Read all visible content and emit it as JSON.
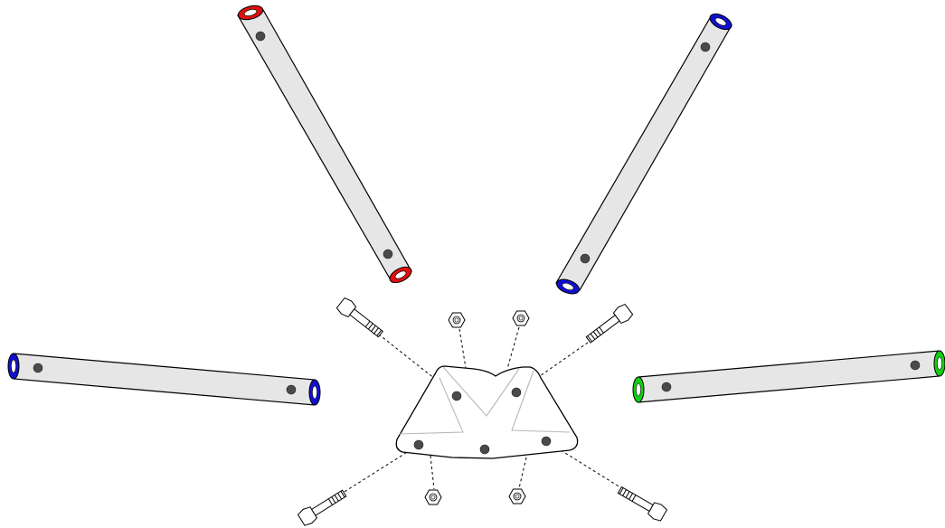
{
  "diagram": {
    "description_free": true,
    "colors": {
      "tube_fill": "#e6e6e6",
      "hole_fill": "#4a4a4a",
      "red_end": "#e01010",
      "blue_end": "#1010d0",
      "green_end": "#10d010",
      "outline": "#000000"
    },
    "parts": {
      "tubes": [
        {
          "id": "tube-top-left",
          "end_color": "red"
        },
        {
          "id": "tube-top-right",
          "end_color": "blue"
        },
        {
          "id": "tube-left",
          "end_color": "blue"
        },
        {
          "id": "tube-right",
          "end_color": "green"
        }
      ],
      "bolts": 4,
      "nuts": 4,
      "plate_holes": 5
    }
  }
}
